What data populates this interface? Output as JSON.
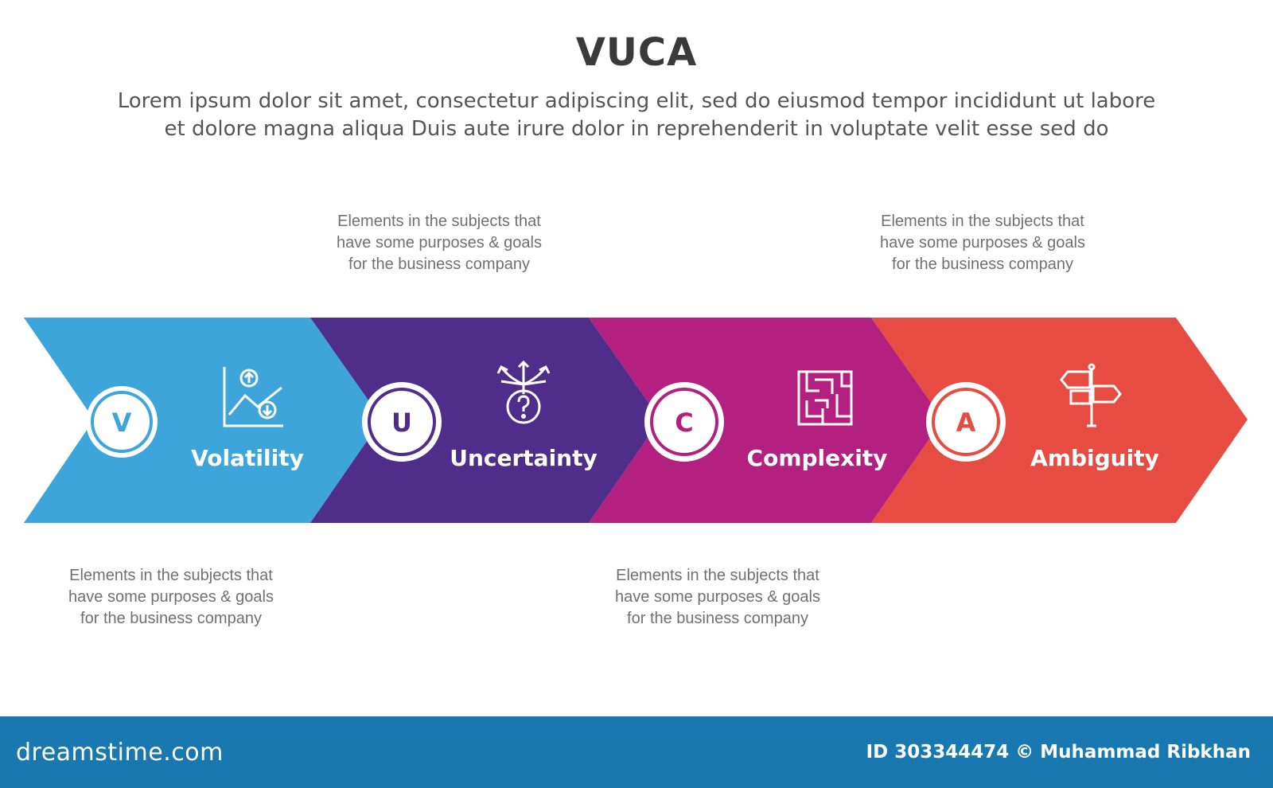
{
  "header": {
    "title": "VUCA",
    "subtitle_line1": "Lorem ipsum dolor sit amet, consectetur adipiscing elit, sed do eiusmod tempor incididunt ut labore",
    "subtitle_line2": "et dolore magna aliqua Duis aute irure dolor in reprehenderit in voluptate velit esse sed do"
  },
  "stages": [
    {
      "letter": "V",
      "label": "Volatility",
      "icon": "chart-arrows-icon",
      "color": "#3da5d9",
      "note": "Elements in the subjects that\nhave  some purposes & goals\nfor the  business company"
    },
    {
      "letter": "U",
      "label": "Uncertainty",
      "icon": "question-branch-icon",
      "color": "#4f2d8b",
      "note": "Elements in the subjects that\nhave  some purposes & goals\nfor the  business company"
    },
    {
      "letter": "C",
      "label": "Complexity",
      "icon": "maze-icon",
      "color": "#b4207f",
      "note": "Elements in the subjects that\nhave  some purposes & goals\nfor the  business company"
    },
    {
      "letter": "A",
      "label": "Ambiguity",
      "icon": "signpost-icon",
      "color": "#e64c42",
      "note": "Elements in the subjects that\nhave  some purposes & goals\nfor the  business company"
    }
  ],
  "footer": {
    "logo": "dreamstime.com",
    "credit": "ID 303344474 © Muhammad Ribkhan"
  }
}
